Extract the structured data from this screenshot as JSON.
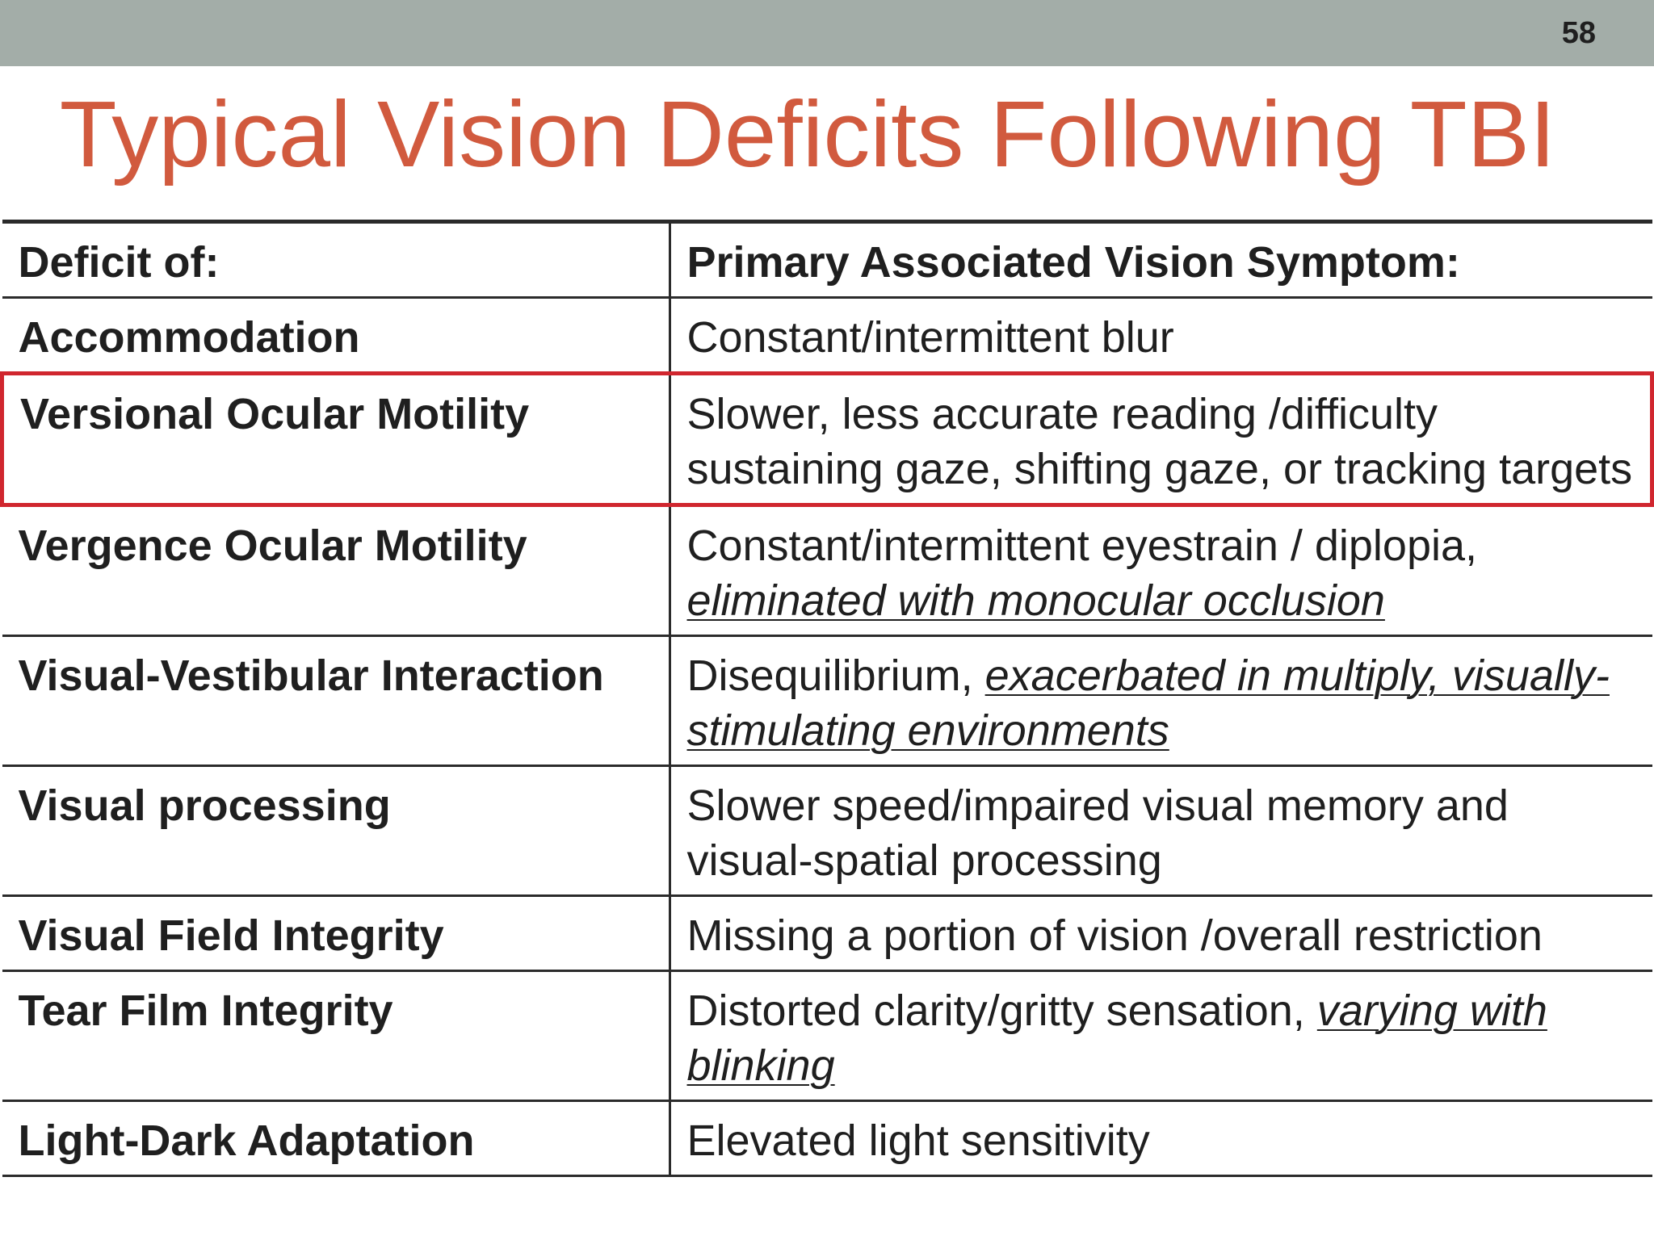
{
  "slide": {
    "page_number": "58",
    "title": "Typical Vision Deficits Following TBI",
    "colors": {
      "header_bar": "#a3ada8",
      "title": "#d15a3e",
      "highlight_border": "#d0262e",
      "table_border": "#2b2b2b"
    }
  },
  "table": {
    "header": {
      "deficit": "Deficit of:",
      "symptom": "Primary Associated Vision Symptom:"
    },
    "rows": [
      {
        "deficit": "Accommodation",
        "symptom_plain": "Constant/intermittent blur",
        "symptom_emphasis": ""
      },
      {
        "deficit": "Versional Ocular Motility",
        "symptom_plain": "Slower, less accurate reading /difficulty sustaining gaze, shifting gaze, or tracking targets",
        "symptom_emphasis": "",
        "highlighted": true
      },
      {
        "deficit": "Vergence Ocular Motility",
        "symptom_plain": "Constant/intermittent eyestrain / diplopia, ",
        "symptom_emphasis": "eliminated with monocular occlusion"
      },
      {
        "deficit": "Visual-Vestibular Interaction",
        "symptom_plain": "Disequilibrium, ",
        "symptom_emphasis": "exacerbated in multiply, visually-stimulating environments"
      },
      {
        "deficit": "Visual processing",
        "symptom_plain": "Slower speed/impaired visual memory and visual-spatial processing",
        "symptom_emphasis": ""
      },
      {
        "deficit": "Visual Field Integrity",
        "symptom_plain": "Missing a portion of vision /overall restriction",
        "symptom_emphasis": ""
      },
      {
        "deficit": "Tear Film Integrity",
        "symptom_plain": "Distorted clarity/gritty sensation, ",
        "symptom_emphasis": "varying with blinking"
      },
      {
        "deficit": "Light-Dark Adaptation",
        "symptom_plain": "Elevated light sensitivity",
        "symptom_emphasis": ""
      }
    ]
  }
}
